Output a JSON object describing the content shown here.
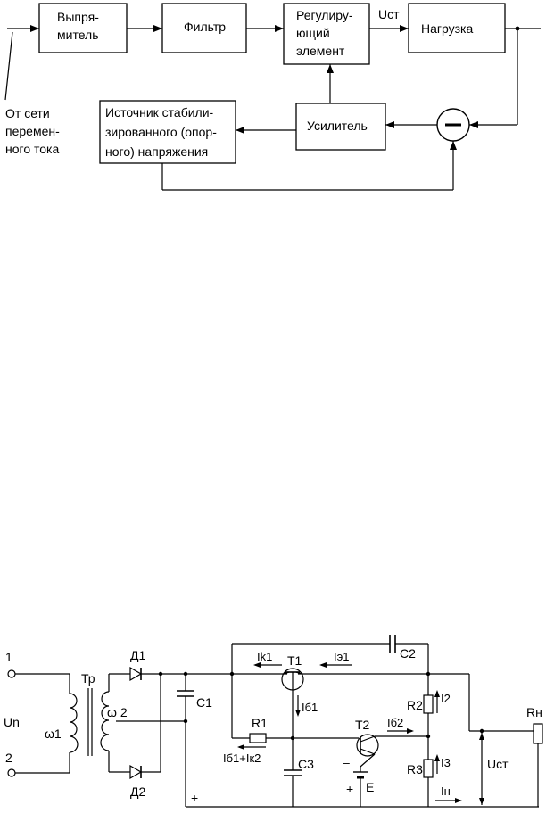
{
  "block_diagram": {
    "rectifier": [
      "Выпря-",
      "митель"
    ],
    "filter": "Фильтр",
    "regulating": [
      "Регулиру-",
      "ющий",
      "элемент"
    ],
    "output_label": "Uст",
    "load": "Нагрузка",
    "mains_label": [
      "От сети",
      "перемен-",
      "ного тока"
    ],
    "reference_source": [
      "Источник стабили-",
      "зированного (опор-",
      "ного) напряжения"
    ],
    "amplifier": "Усилитель",
    "comparator": "–"
  },
  "schematic": {
    "node1": "1",
    "node2": "2",
    "input_voltage": "Un",
    "transformer": "Тр",
    "winding1": "ω1",
    "winding2": "ω 2",
    "diode1": "Д1",
    "diode2": "Д2",
    "cap1": "C1",
    "cap2": "C2",
    "cap3": "C3",
    "trans1": "T1",
    "trans2": "T2",
    "res1": "R1",
    "res2": "R2",
    "res3": "R3",
    "res_load": "Rн",
    "i_k1": "Ik1",
    "i_e1": "Iэ1",
    "i_b1": "Iб1",
    "i_b2": "Iб2",
    "i_sum": "Iб1+Iк2",
    "i2": "I2",
    "i3": "I3",
    "i_load": "Iн",
    "u_st": "Uст",
    "source_e": "E",
    "minus": "–",
    "plus_bottom": "+",
    "plus_source": "+"
  }
}
